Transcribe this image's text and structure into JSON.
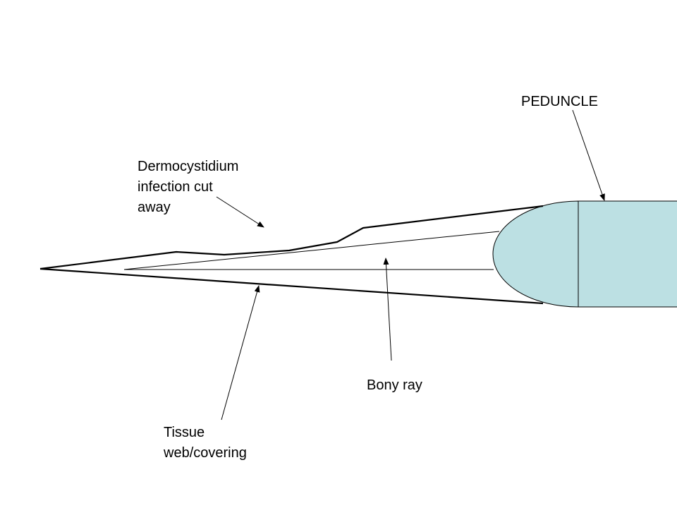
{
  "labels": {
    "peduncle": "PEDUNCLE",
    "dermocystidium": [
      "Dermocystidium",
      "infection cut",
      "away"
    ],
    "bony_ray": "Bony ray",
    "tissue": [
      "Tissue",
      "web/covering"
    ]
  },
  "colors": {
    "peduncle_fill": "#BCE0E3",
    "stroke": "#000000",
    "background": "#FFFFFF"
  }
}
